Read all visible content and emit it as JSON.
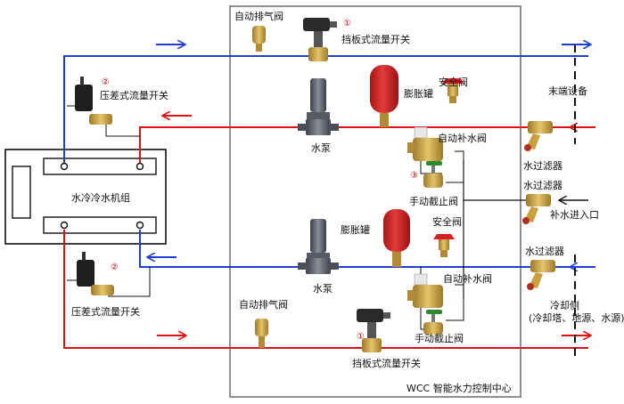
{
  "labels": {
    "auto_vent_top": "自动排气阀",
    "paddle_flow_switch_top": "挡板式流量开关",
    "expansion_tank_top": "膨胀罐",
    "safety_valve_top": "安全阀",
    "auto_makeup_top": "自动补水阀",
    "manual_stop_top": "手动截止阀",
    "pump_top": "水泵",
    "diff_pressure_switch_top": "压差式流量开关",
    "chiller": "水冷冷水机组",
    "terminal_equipment": "末端设备",
    "filter_1": "水过滤器",
    "filter_2": "水过滤器",
    "filter_3": "水过滤器",
    "makeup_inlet": "补水进入口",
    "expansion_tank_bottom": "膨胀罐",
    "safety_valve_bottom": "安全阀",
    "auto_makeup_bottom": "自动补水阀",
    "manual_stop_bottom": "手动截止阀",
    "pump_bottom": "水泵",
    "diff_pressure_switch_bottom": "压差式流量开关",
    "auto_vent_bottom": "自动排气阀",
    "paddle_flow_switch_bottom": "挡板式流量开关",
    "cooling_side": "冷却侧",
    "cooling_side_sources": "(冷却塔、地源、水源)",
    "control_center": "WCC 智能水力控制中心"
  },
  "markers": {
    "m1_top": "①",
    "m2_top": "②",
    "m3": "③",
    "m2_bottom": "②",
    "m1_bottom": "①"
  },
  "colors": {
    "supply_blue": "#1f3fd6",
    "return_red": "#e01010",
    "tank_red": "#d42020",
    "brass": "#c8a040",
    "pump_gray": "#6a6e78",
    "frame": "#909090"
  },
  "icons": [
    "pump-icon",
    "expansion-tank-icon",
    "safety-valve-icon",
    "auto-makeup-valve-icon",
    "manual-stop-valve-icon",
    "paddle-flow-switch-icon",
    "diff-pressure-switch-icon",
    "auto-vent-valve-icon",
    "y-strainer-icon"
  ]
}
